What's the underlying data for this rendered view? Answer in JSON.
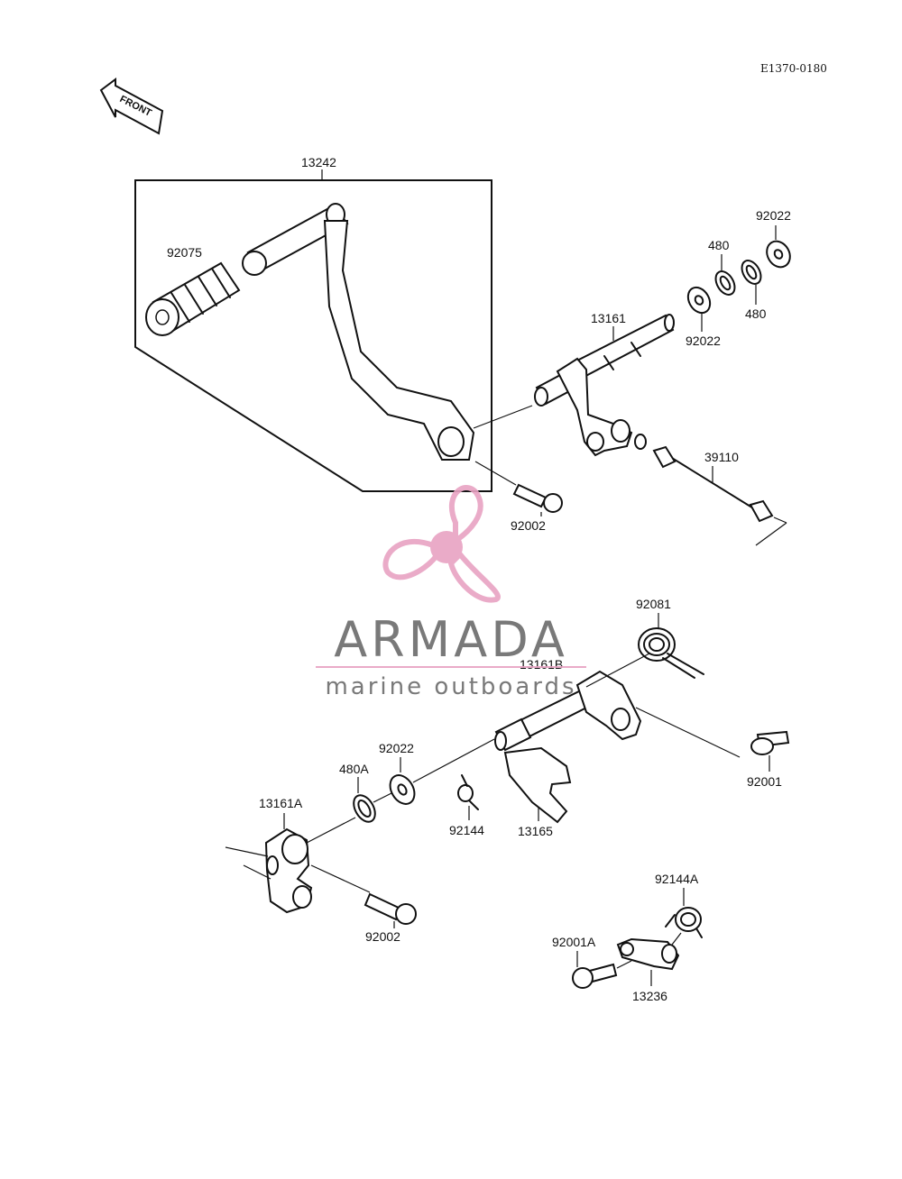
{
  "diagram": {
    "ref_code": "E1370-0180",
    "front_label": "FRONT",
    "part_labels": {
      "p13242": "13242",
      "p92075": "92075",
      "p92022_top": "92022",
      "p480_a": "480",
      "p480_b": "480",
      "p13161": "13161",
      "p92022_mid": "92022",
      "p39110": "39110",
      "p92002_top": "92002",
      "p92081": "92081",
      "p13161b": "13161B",
      "p92022_low": "92022",
      "p480a": "480A",
      "p92001": "92001",
      "p92144": "92144",
      "p13165": "13165",
      "p13161a": "13161A",
      "p92002_low": "92002",
      "p92144a": "92144A",
      "p92001a": "92001A",
      "p13236": "13236"
    }
  },
  "watermark": {
    "brand": "ARMADA",
    "tagline": "marine outboards",
    "colors": {
      "pink": "#e8a3c3",
      "pink_dark": "#dd8fb4",
      "gray": "#6b6b6b"
    }
  }
}
